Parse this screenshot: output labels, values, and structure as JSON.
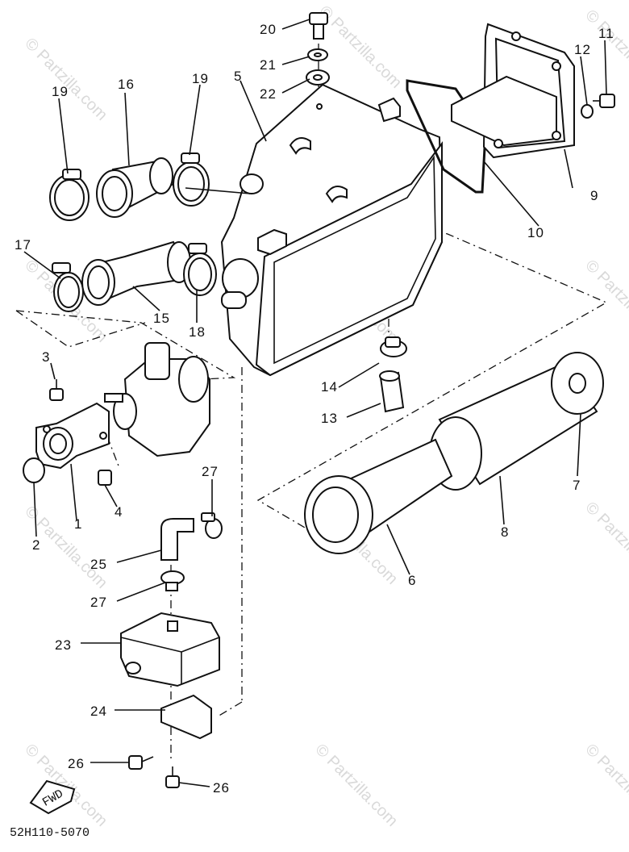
{
  "watermark": "© Partzilla.com",
  "diagram_code": "52H110-5070",
  "fwd_label": "FWD",
  "callouts": {
    "c1": "1",
    "c2": "2",
    "c3": "3",
    "c4": "4",
    "c5": "5",
    "c6": "6",
    "c7": "7",
    "c8": "8",
    "c9": "9",
    "c10": "10",
    "c11": "11",
    "c12": "12",
    "c13": "13",
    "c14": "14",
    "c15": "15",
    "c16": "16",
    "c17": "17",
    "c18": "18",
    "c19a": "19",
    "c19b": "19",
    "c20": "20",
    "c21": "21",
    "c22": "22",
    "c23": "23",
    "c24": "24",
    "c25": "25",
    "c26a": "26",
    "c26b": "26",
    "c27a": "27",
    "c27b": "27"
  }
}
